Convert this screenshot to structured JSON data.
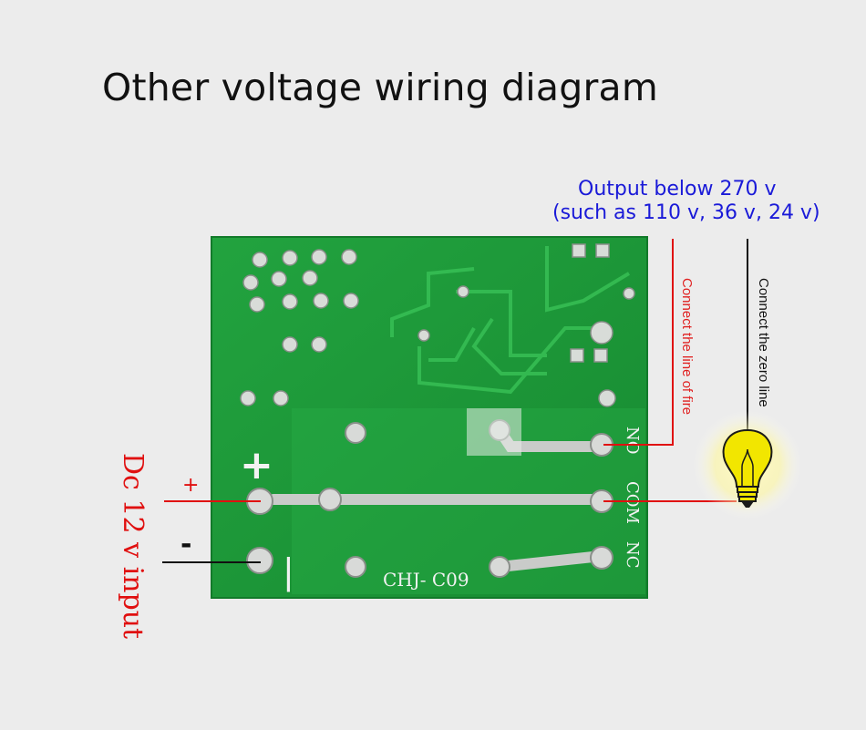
{
  "title": "Other voltage wiring diagram",
  "output_label": {
    "line1": "Output below 270 v",
    "line2": "(such as 110 v, 36 v, 24 v)"
  },
  "live_label": "Connect the line of fire",
  "neutral_label": "Connect the zero line",
  "input_label": "Dc 12 v input",
  "plus_sign": "+",
  "minus_sign": "-",
  "board": {
    "model": "CHJ- C09",
    "terminals": [
      "NO",
      "COM",
      "NC"
    ],
    "pad_plus": "+",
    "pad_minus": "|"
  },
  "colors": {
    "board": "#1f9a3a",
    "live": "#e01010",
    "label_blue": "#1a1ad8",
    "bulb": "#f2e600"
  }
}
